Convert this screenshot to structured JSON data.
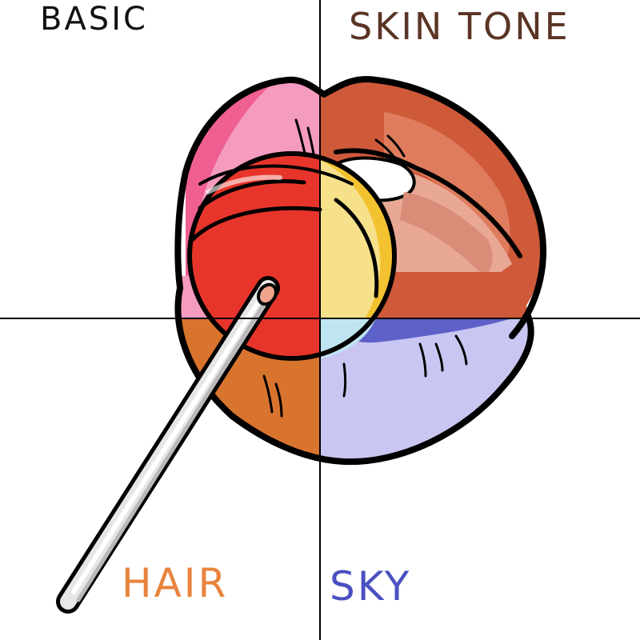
{
  "labels": {
    "basic": "BASIC",
    "skin_tone": "SKIN TONE",
    "hair": "HAIR",
    "sky": "SKY"
  },
  "colors": {
    "basic_text": "#111111",
    "skin_tone_text": "#5a3424",
    "hair_text": "#e8843d",
    "sky_text": "#4a4fc0",
    "basic_lip": "#f47aa8",
    "skin_lip": "#cf5a3a",
    "hair_lip": "#d8742e",
    "sky_lip": "#c9c6f2",
    "candy_red": "#e8352b",
    "candy_yellow": "#f2c230",
    "candy_light_blue": "#bfe6f0",
    "outline": "#000000"
  },
  "icons": [
    "lips-illustration",
    "lollipop-icon"
  ]
}
